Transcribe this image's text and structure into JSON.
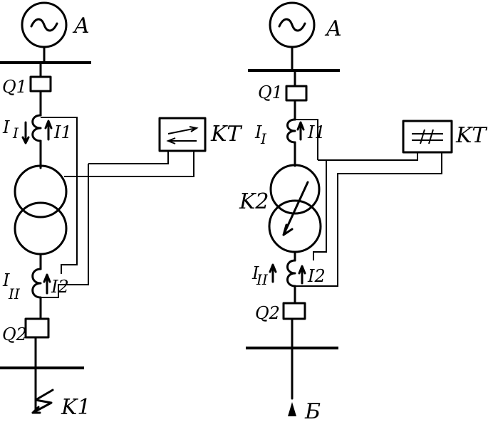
{
  "left_scheme": {
    "source_label": "A",
    "breaker_top": "Q1",
    "ct_primary_label": "I",
    "ct_primary_subscript": "I",
    "ct_secondary_label": "I1",
    "ct_lower_primary_label": "I",
    "ct_lower_primary_subscript": "II",
    "ct_lower_secondary_label": "I2",
    "breaker_bottom": "Q2",
    "relay_label": "KT",
    "fault_label": "K1"
  },
  "right_scheme": {
    "source_label": "A",
    "breaker_top": "Q1",
    "ct_primary_label": "I",
    "ct_primary_subscript": "I",
    "ct_secondary_label": "I1",
    "transformer_label": "K2",
    "ct_lower_primary_label": "I",
    "ct_lower_primary_subscript": "II",
    "ct_lower_secondary_label": "I2",
    "breaker_bottom": "Q2",
    "relay_label": "KT",
    "load_label": "Б"
  },
  "icons": {
    "generator": "generator-icon",
    "transformer": "transformer-icon",
    "relay": "differential-relay-icon",
    "fault": "lightning-fault-icon"
  }
}
